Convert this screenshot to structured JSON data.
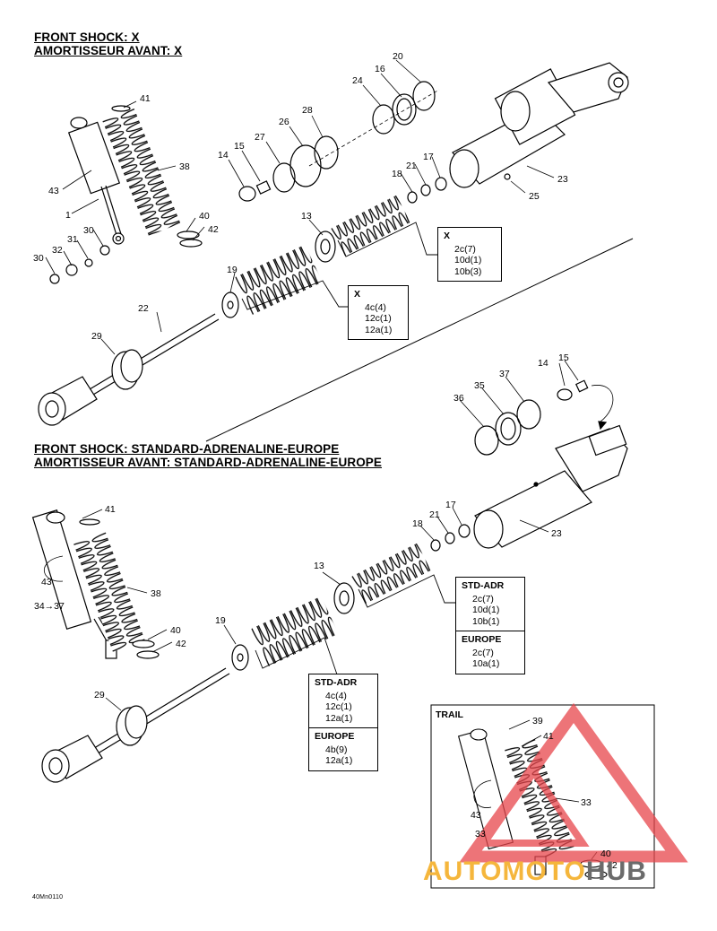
{
  "titles": {
    "x_en": "FRONT SHOCK:  X",
    "x_fr": "AMORTISSEUR AVANT:  X",
    "std_en": "FRONT SHOCK:  STANDARD-ADRENALINE-EUROPE",
    "std_fr": "AMORTISSEUR AVANT:  STANDARD-ADRENALINE-EUROPE"
  },
  "legend_boxes": {
    "x_spring_small": {
      "sections": [
        {
          "heading": "X",
          "rows": [
            "2c(7)",
            "10d(1)",
            "10b(3)"
          ]
        }
      ]
    },
    "x_spring_large": {
      "sections": [
        {
          "heading": "X",
          "rows": [
            "4c(4)",
            "12c(1)",
            "12a(1)"
          ]
        }
      ]
    },
    "std_spring_small": {
      "sections": [
        {
          "heading": "STD-ADR",
          "rows": [
            "2c(7)",
            "10d(1)",
            "10b(1)"
          ]
        },
        {
          "heading": "EUROPE",
          "rows": [
            "2c(7)",
            "10a(1)"
          ]
        }
      ]
    },
    "std_spring_large": {
      "sections": [
        {
          "heading": "STD-ADR",
          "rows": [
            "4c(4)",
            "12c(1)",
            "12a(1)"
          ]
        },
        {
          "heading": "EUROPE",
          "rows": [
            "4b(9)",
            "12a(1)"
          ]
        }
      ]
    }
  },
  "callouts": {
    "x": [
      "41",
      "20",
      "16",
      "24",
      "28",
      "26",
      "27",
      "15",
      "14",
      "38",
      "43",
      "1",
      "40",
      "42",
      "30",
      "31",
      "32",
      "30",
      "18",
      "21",
      "17",
      "23",
      "25",
      "13",
      "19",
      "22",
      "29"
    ],
    "std": [
      "14",
      "15",
      "37",
      "35",
      "36",
      "41",
      "43",
      "34→37",
      "38",
      "40",
      "42",
      "17",
      "21",
      "18",
      "23",
      "13",
      "19",
      "29"
    ],
    "trail": [
      "39",
      "41",
      "33",
      "43",
      "33",
      "40",
      "42"
    ]
  },
  "trail_label": "TRAIL",
  "figure_code": "40Mn0110",
  "watermark": {
    "part1": "AUTOMOTO",
    "part2": "HUB",
    "color1": "#f5b63c",
    "color2": "#6b6b6b",
    "logo_color": "#e8464c"
  }
}
